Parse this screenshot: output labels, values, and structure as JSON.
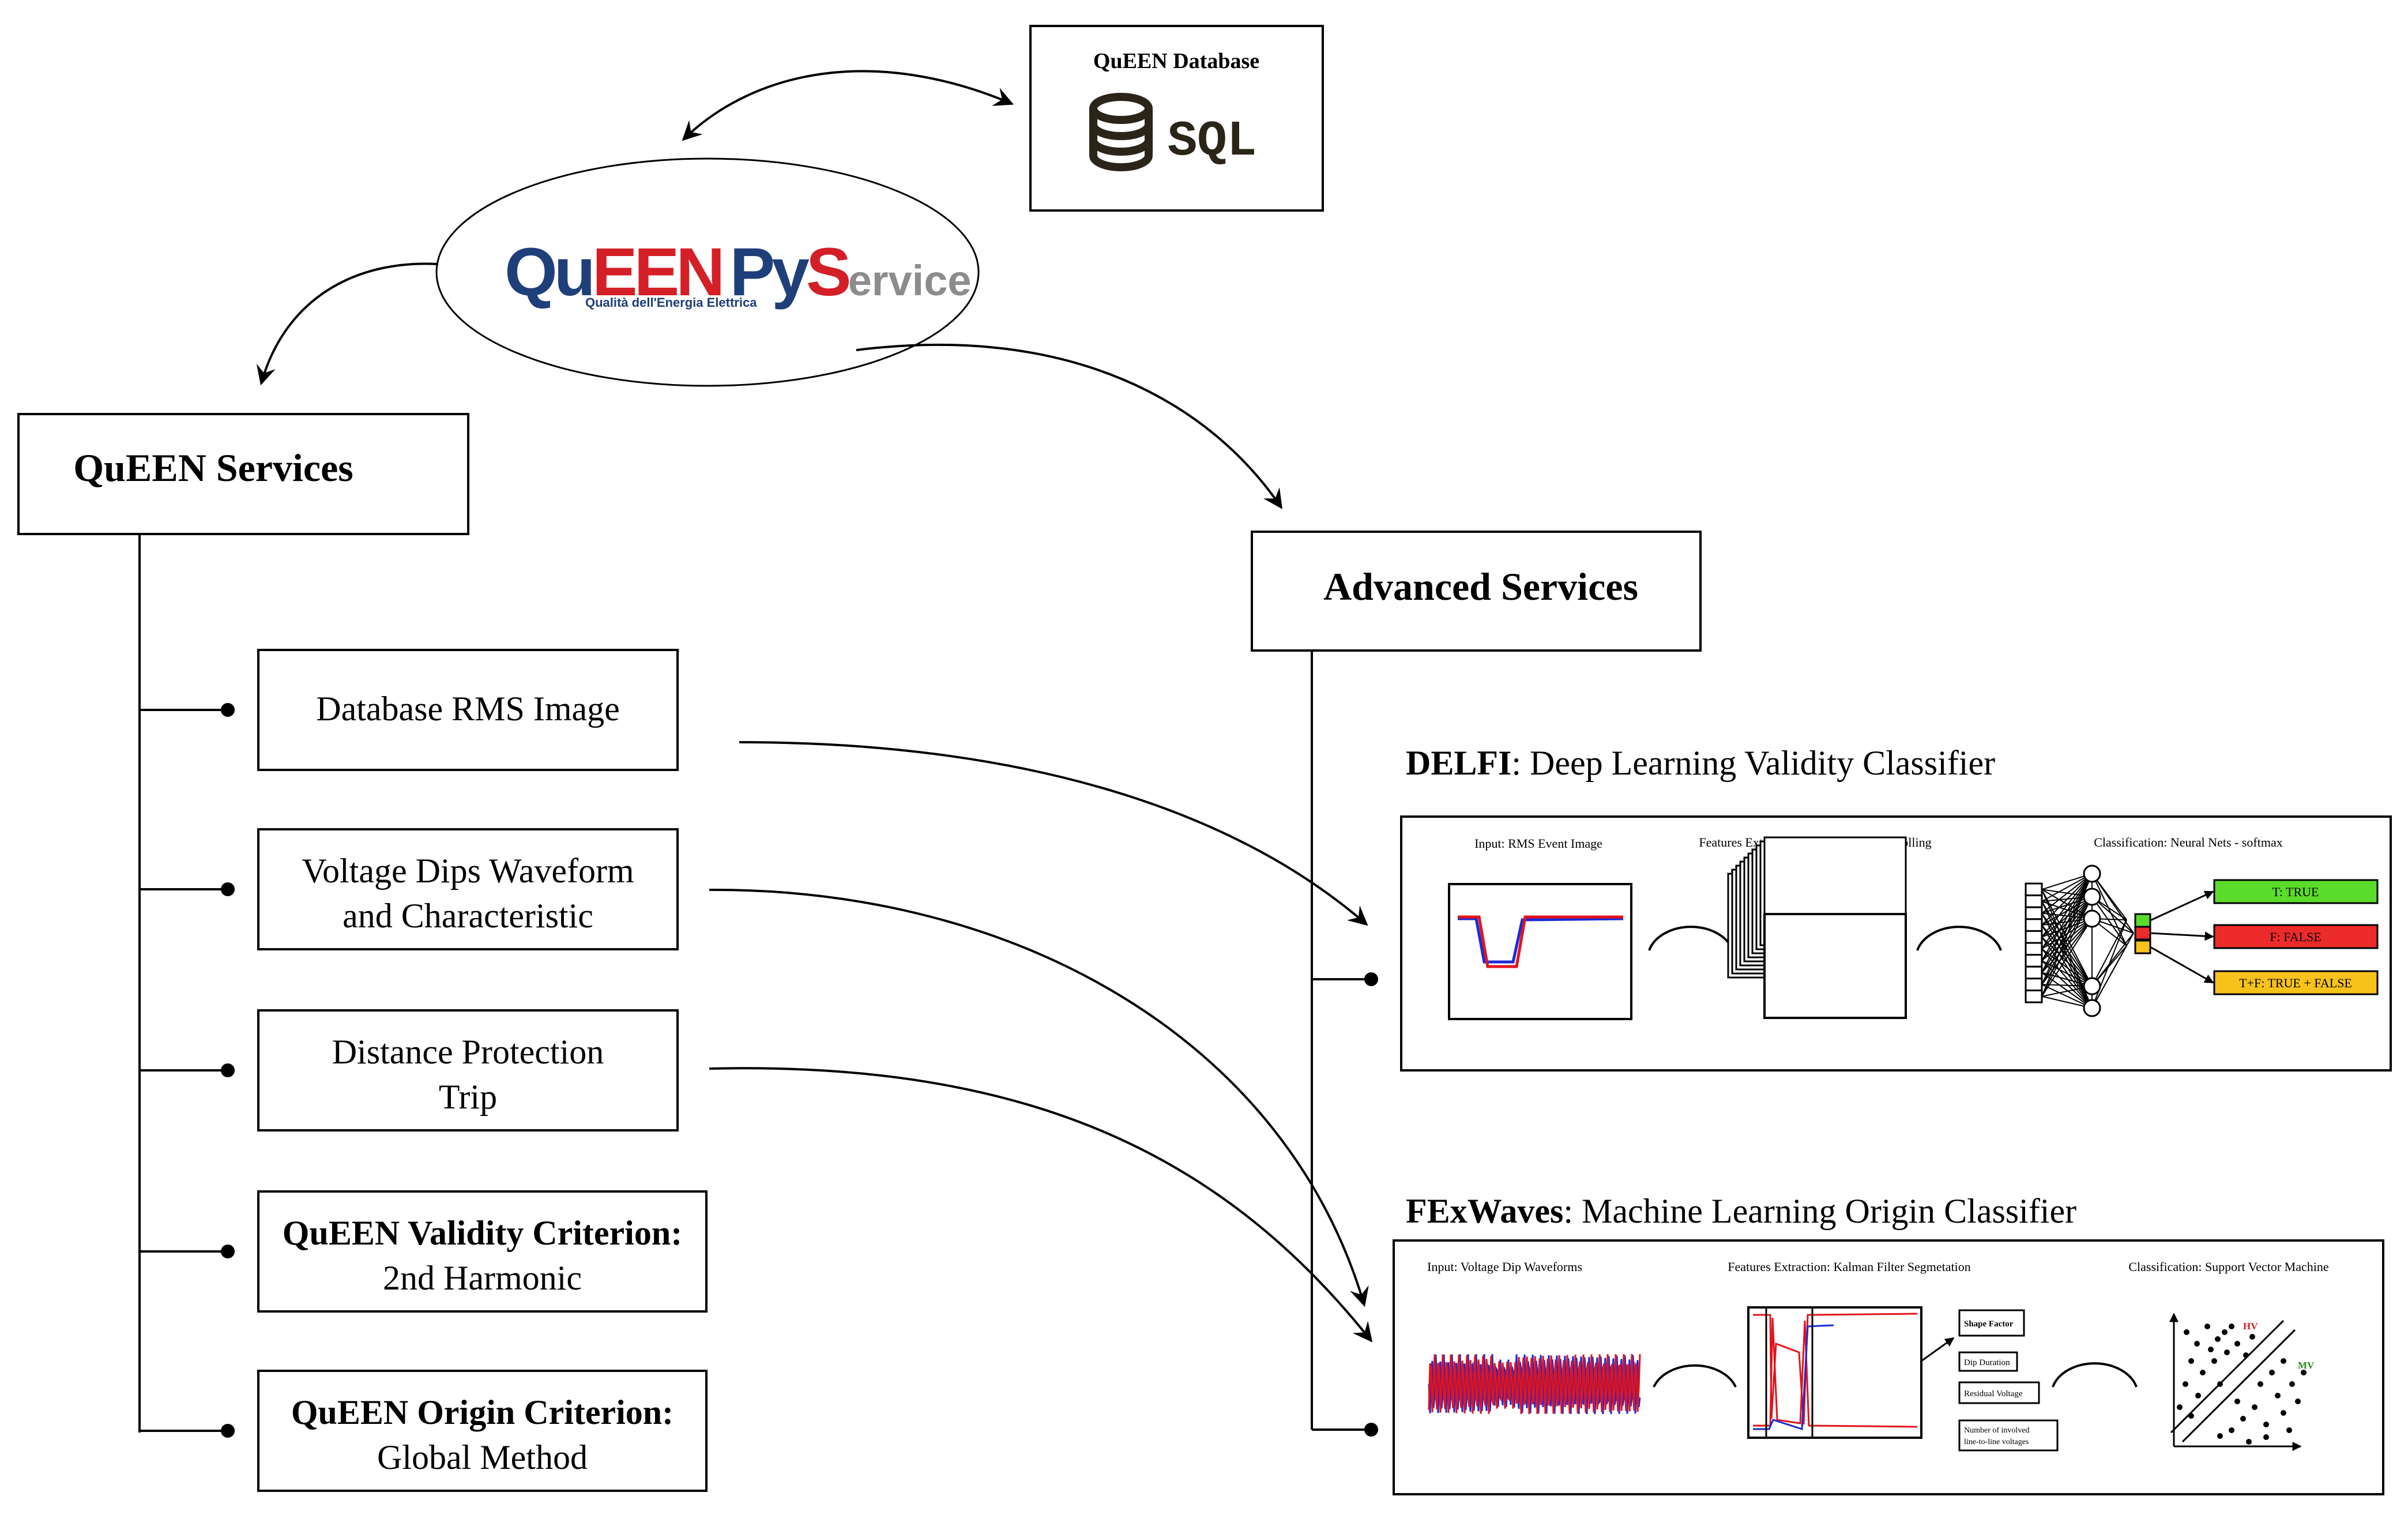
{
  "database": {
    "title": "QuEEN Database",
    "sql_label": "SQL"
  },
  "logo": {
    "qu": "Qu",
    "een": "EEN",
    "py": "Py",
    "s": "S",
    "ervice": "ervice",
    "tagline": "Qualità dell'Energia Elettrica",
    "colors": {
      "blue": "#1f3f7a",
      "red": "#d41f26",
      "grey": "#8c8c8c"
    }
  },
  "queen_services": {
    "title": "QuEEN Services",
    "items": [
      {
        "line1": "Database RMS Image",
        "line2": ""
      },
      {
        "line1": "Voltage Dips Waveform",
        "line2": "and Characteristic"
      },
      {
        "line1": "Distance Protection",
        "line2": "Trip"
      },
      {
        "line1": "QuEEN Validity Criterion:",
        "line2": "2nd Harmonic"
      },
      {
        "line1": "QuEEN Origin Criterion:",
        "line2": "Global Method"
      }
    ]
  },
  "advanced_services": {
    "title": "Advanced Services"
  },
  "delfi": {
    "name": "DELFI",
    "desc": ": Deep Learning Validity Classifier",
    "input_label": "Input: RMS Event Image",
    "features_label": "Features Extraction: Covolution -Max polling",
    "class_label": "Classification: Neural Nets - softmax",
    "outputs": [
      {
        "label": "T: TRUE",
        "color": "#5cdc2a"
      },
      {
        "label": "F: FALSE",
        "color": "#ee2b2b"
      },
      {
        "label": "T+F: TRUE + FALSE",
        "color": "#f7c21a"
      }
    ]
  },
  "fexwaves": {
    "name": "FExWaves",
    "desc": ": Machine Learning Origin Classifier",
    "input_label": "Input: Voltage Dip Waveforms",
    "features_label": "Features Extraction: Kalman Filter Segmetation",
    "class_label": "Classification: Support Vector Machine",
    "features": [
      {
        "line1": "Shape Factor",
        "line2": ""
      },
      {
        "line1": "Dip Duration",
        "line2": ""
      },
      {
        "line1": "Residual Voltage",
        "line2": ""
      },
      {
        "line1": "Number of involved",
        "line2": "line-to-line voltages"
      }
    ],
    "hv_label": "HV",
    "mv_label": "MV",
    "hv_color": "#d41f26",
    "mv_color": "#2a8a1a"
  }
}
